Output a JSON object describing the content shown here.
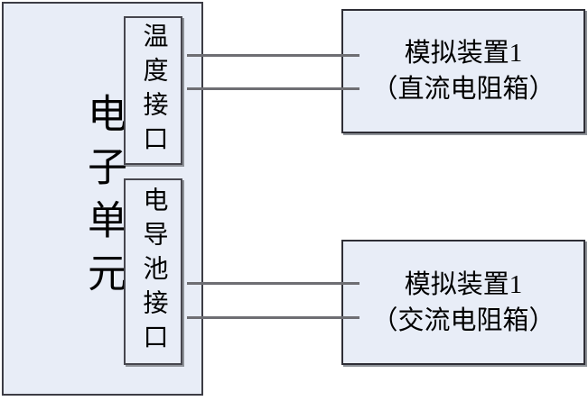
{
  "colors": {
    "background": "#ffffff",
    "box_fill": "#e8edf7",
    "box_border": "#3c3c44",
    "wire": "#6e6e73",
    "shadow": "#8e9298",
    "text": "#000000"
  },
  "diagram": {
    "main_unit": {
      "label": "电子单元"
    },
    "ports": [
      {
        "label": "温度接口"
      },
      {
        "label": "电导池接口"
      }
    ],
    "devices": [
      {
        "line1": "模拟装置1",
        "line2": "（直流电阻箱）"
      },
      {
        "line1": "模拟装置1",
        "line2": "（交流电阻箱）"
      }
    ],
    "connections": [
      {
        "from": "温度接口",
        "to": "模拟装置1（直流电阻箱）",
        "wires": 2
      },
      {
        "from": "电导池接口",
        "to": "模拟装置1（交流电阻箱）",
        "wires": 2
      }
    ]
  }
}
